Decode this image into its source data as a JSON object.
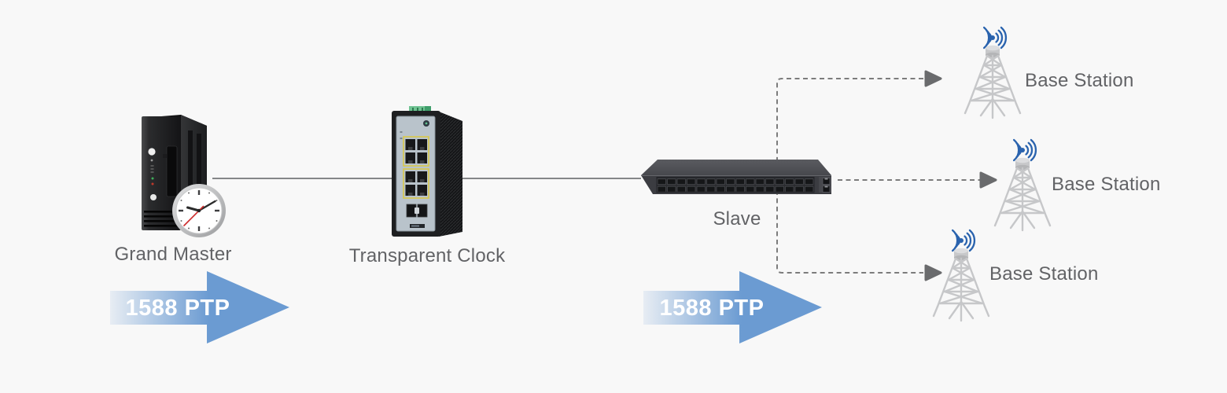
{
  "diagram": {
    "description": "IEEE 1588 PTP timing distribution diagram",
    "nodes": {
      "grand_master": {
        "label": "Grand Master"
      },
      "transparent_clock": {
        "label": "Transparent Clock"
      },
      "slave": {
        "label": "Slave"
      },
      "base_station_1": {
        "label": "Base Station"
      },
      "base_station_2": {
        "label": "Base Station"
      },
      "base_station_3": {
        "label": "Base Station"
      }
    },
    "flows": {
      "ptp_flow_1": {
        "label": "1588 PTP"
      },
      "ptp_flow_2": {
        "label": "1588 PTP"
      }
    },
    "icons": [
      "server-tower-icon",
      "clock-icon",
      "industrial-switch-icon",
      "rack-switch-icon",
      "cell-tower-icon",
      "radio-waves-icon",
      "arrowhead-icon"
    ],
    "colors": {
      "background": "#f8f8f8",
      "label_text": "#626366",
      "flow_arrow_blue": "#6b9bd2",
      "flow_text": "#ffffff",
      "dashed_line": "#7c7c7c",
      "arrowhead": "#6a6b6d",
      "solid_link": "#5f6062",
      "radio_blue": "#2a63ae",
      "tower_gray": "#c6c7c9",
      "port_yellow": "#d8c84a",
      "terminal_green": "#6fc392"
    }
  }
}
